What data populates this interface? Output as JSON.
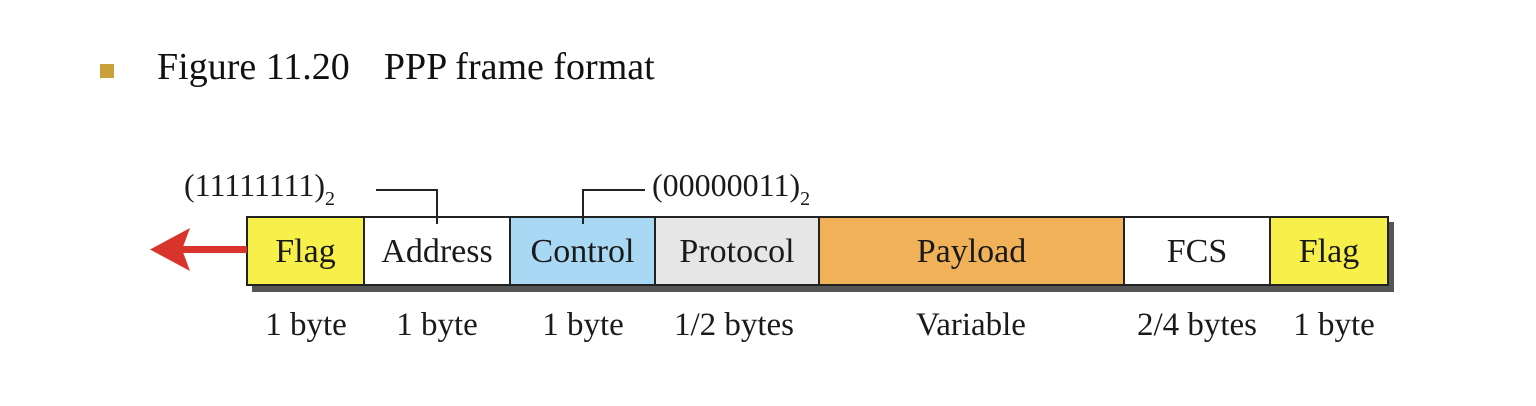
{
  "caption": {
    "figure_label": "Figure 11.20",
    "figure_title": "PPP frame format"
  },
  "colors": {
    "bullet": "#c9a13a",
    "flag": "#f7f04a",
    "address": "#ffffff",
    "control": "#a9d8f4",
    "protocol": "#e6e6e6",
    "payload": "#f0b158",
    "fcs": "#ffffff",
    "arrow": "#d9342b",
    "shadow": "#555555"
  },
  "annotations": {
    "address_value": "(11111111)",
    "address_value_base": "2",
    "control_value": "(00000011)",
    "control_value_base": "2"
  },
  "fields": [
    {
      "id": "flag-start",
      "label": "Flag",
      "size": "1 byte",
      "color": "#f7f04a"
    },
    {
      "id": "address",
      "label": "Address",
      "size": "1 byte",
      "color": "#ffffff"
    },
    {
      "id": "control",
      "label": "Control",
      "size": "1 byte",
      "color": "#a9d8f4"
    },
    {
      "id": "protocol",
      "label": "Protocol",
      "size": "1/2 bytes",
      "color": "#e6e6e6"
    },
    {
      "id": "payload",
      "label": "Payload",
      "size": "Variable",
      "color": "#f0b158"
    },
    {
      "id": "fcs",
      "label": "FCS",
      "size": "2/4 bytes",
      "color": "#ffffff"
    },
    {
      "id": "flag-end",
      "label": "Flag",
      "size": "1 byte",
      "color": "#f7f04a"
    }
  ]
}
